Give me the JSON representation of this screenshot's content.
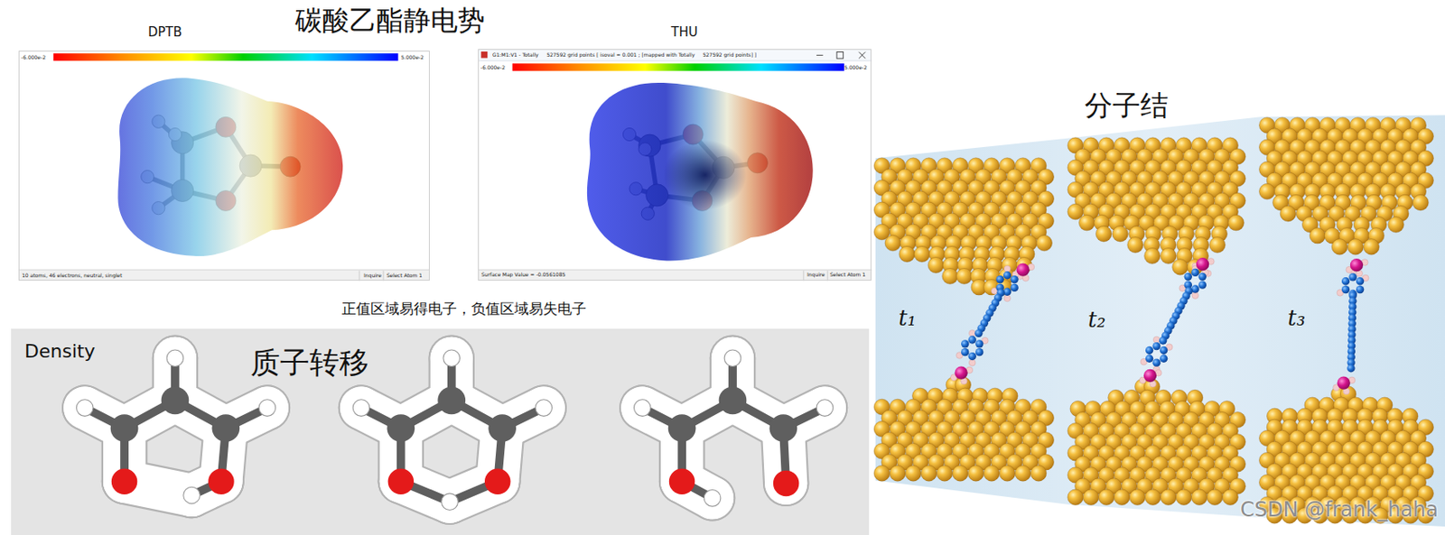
{
  "diagram": {
    "title": "碳酸乙酯静电势",
    "nodes": [
      {
        "text": [
          "DPTB",
          "-6.000e-2",
          "5.000e-2",
          "10 atoms, 46 electrons, neutral, singlet",
          "Inquire",
          "Select Atom 1"
        ]
      },
      {
        "text": [
          "THU",
          "G1:M1:V1 - Totally     527592 grid points [ isoval = 0.001 ; [mapped with Totally     527592 grid points] ]",
          "-6.000e-2",
          "5.000e-2",
          "Surface Map Value = -0.0561085",
          "Inquire",
          "Select Atom 1"
        ]
      },
      {
        "text": [
          "Density",
          "质子转移"
        ]
      }
    ],
    "labels": [
      "正值区域易得电子，负值区域易失电子",
      "分子结",
      "t₁",
      "t₂",
      "t₃",
      "CSDN @frank_haha"
    ]
  }
}
